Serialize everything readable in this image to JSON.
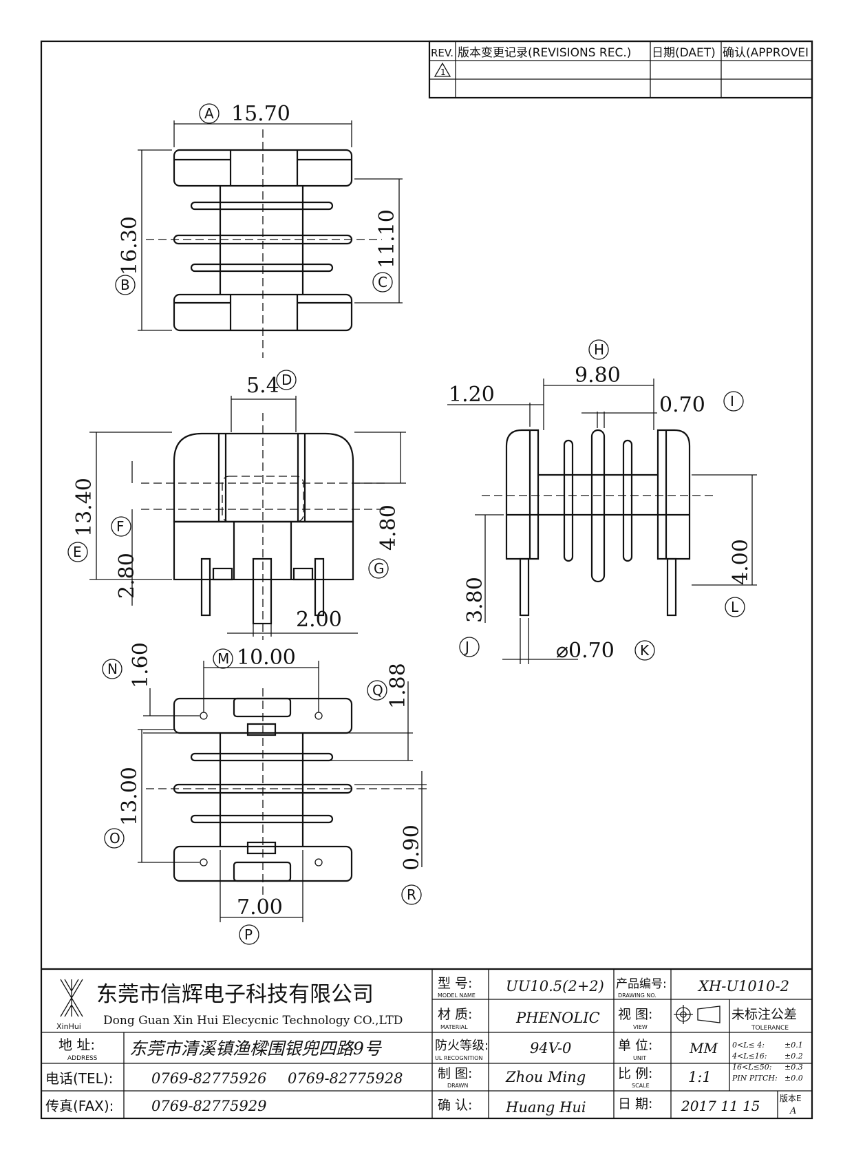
{
  "revision_table": {
    "headers": [
      "REV.",
      "版本变更记录(REVISIONS REC.)",
      "日期(DAET)",
      "确认(APPROVEI"
    ],
    "rev_symbol": "1"
  },
  "dimensions": {
    "A": "15.70",
    "B": "16.30",
    "C": "11.10",
    "D": "5.4",
    "E": "13.40",
    "F": "2.80",
    "G": "4.80",
    "G2": "2.00",
    "H": "9.80",
    "H2": "1.20",
    "I": "0.70",
    "J": "3.80",
    "K": "⌀0.70",
    "L": "4.00",
    "M": "10.00",
    "N": "1.60",
    "Q": "1.88",
    "O": "13.00",
    "R": "0.90",
    "P": "7.00"
  },
  "callouts": [
    "A",
    "B",
    "C",
    "D",
    "E",
    "F",
    "G",
    "H",
    "I",
    "J",
    "K",
    "L",
    "M",
    "N",
    "O",
    "P",
    "Q",
    "R"
  ],
  "title_block": {
    "logo_text": "XinHui",
    "company_cn": "东莞市信辉电子科技有限公司",
    "company_en": "Dong Guan Xin Hui Elecycnic Technology CO.,LTD",
    "address_label": "地 址:",
    "address_label_en": "ADDRESS",
    "address": "东莞市清溪镇渔樑围银兜四路9号",
    "tel_label": "电话(TEL):",
    "tel1": "0769-82775926",
    "tel2": "0769-82775928",
    "fax_label": "传真(FAX):",
    "fax": "0769-82775929",
    "model_label": "型 号:",
    "model_label_en": "MODEL NAME",
    "model": "UU10.5(2+2)",
    "material_label": "材 质:",
    "material_label_en": "MATERIAL",
    "material": "PHENOLIC",
    "ul_label": "防火等级:",
    "ul_label_en": "UL RECOGNITION",
    "ul": "94V-0",
    "drawn_label": "制 图:",
    "drawn_label_en": "DRAWN",
    "drawn": "Zhou Ming",
    "approve_label": "确 认:",
    "approve": "Huang Hui",
    "drawing_no_label": "产品编号:",
    "drawing_no_label_en": "DRAWING NO.",
    "drawing_no": "XH-U1010-2",
    "view_label": "视 图:",
    "view_label_en": "VIEW",
    "tolerance_label": "未标注公差",
    "tolerance_label_en": "TOLERANCE",
    "tolerances": [
      {
        "range": "0<L≤ 4:",
        "value": "±0.1"
      },
      {
        "range": "4<L≤16:",
        "value": "±0.2"
      },
      {
        "range": "16<L≤50:",
        "value": "±0.3"
      },
      {
        "range": "PIN PITCH:",
        "value": "±0.0"
      }
    ],
    "unit_label": "单 位:",
    "unit_label_en": "UNIT",
    "unit": "MM",
    "scale_label": "比 例:",
    "scale_label_en": "SCALE",
    "scale": "1:1",
    "date_label": "日 期:",
    "date": "2017 11 15",
    "version_label": "版本E",
    "version": "A"
  }
}
